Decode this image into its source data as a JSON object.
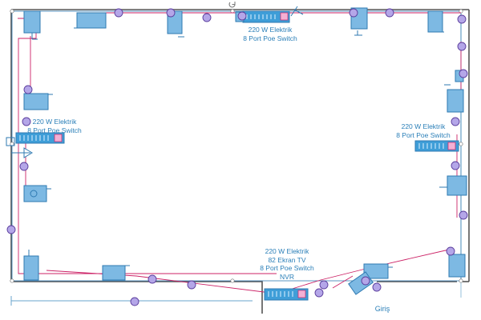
{
  "colors": {
    "wall": "#555555",
    "cable": "#cc2266",
    "camera_fill": "#7db9e3",
    "camera_stroke": "#2f7ab2",
    "marker_fill": "#b4a6e8",
    "marker_stroke": "#5a3c9c",
    "label_text": "#2a7fb8",
    "switch_fill": "#3f9ed8",
    "selection": "#2f7ab2"
  },
  "switch_labels": {
    "top": {
      "line1": "220 W Elektrik",
      "line2": "8 Port Poe Switch"
    },
    "left": {
      "line1": "220 W Elektrik",
      "line2": "8 Port Poe Switch"
    },
    "right": {
      "line1": "220 W Elektrik",
      "line2": "8 Port Poe Switch"
    },
    "bottom": {
      "line1": "220 W Elektrik",
      "line2": "82 Ekran TV",
      "line3": "8 Port Poe Switch",
      "line4": "NVR"
    }
  },
  "entrance_label": "Giriş",
  "devices": {
    "cameras": 16,
    "switches": 4,
    "icon": "cctv-camera-icon",
    "switch_icon": "poe-switch-icon",
    "marker_icon": "cable-junction-marker"
  }
}
